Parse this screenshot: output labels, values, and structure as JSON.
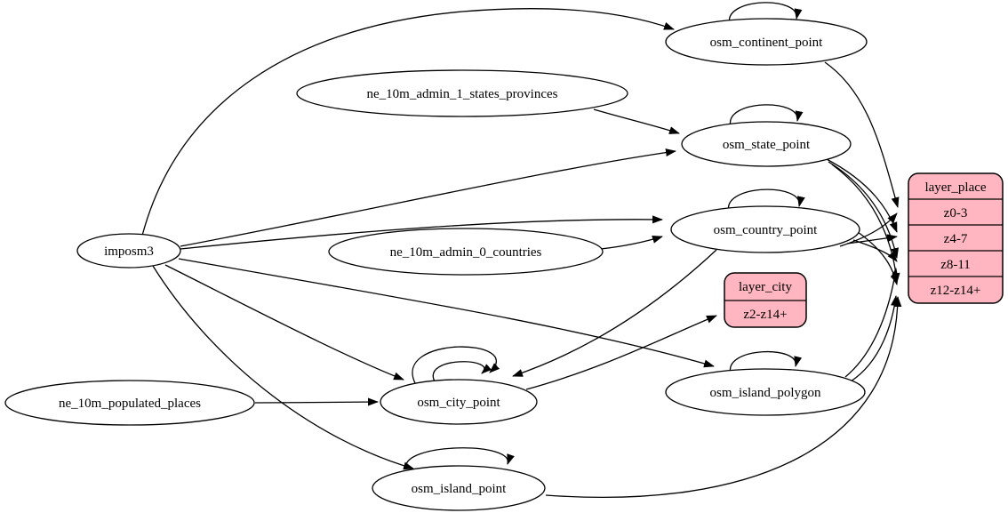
{
  "diagram": {
    "type": "graphviz-digraph",
    "background": "#ffffff",
    "node_fill": "#ffffff",
    "record_fill": "#ffb6c1",
    "stroke_color": "#000000"
  },
  "nodes": {
    "imposm3": {
      "label": "imposm3"
    },
    "ne_10m_admin_1_states_provinces": {
      "label": "ne_10m_admin_1_states_provinces"
    },
    "ne_10m_admin_0_countries": {
      "label": "ne_10m_admin_0_countries"
    },
    "ne_10m_populated_places": {
      "label": "ne_10m_populated_places"
    },
    "osm_continent_point": {
      "label": "osm_continent_point"
    },
    "osm_state_point": {
      "label": "osm_state_point"
    },
    "osm_country_point": {
      "label": "osm_country_point"
    },
    "osm_city_point": {
      "label": "osm_city_point"
    },
    "osm_island_polygon": {
      "label": "osm_island_polygon"
    },
    "osm_island_point": {
      "label": "osm_island_point"
    }
  },
  "records": {
    "layer_city": {
      "title": "layer_city",
      "rows": [
        "z2-z14+"
      ]
    },
    "layer_place": {
      "title": "layer_place",
      "rows": [
        "z0-3",
        "z4-7",
        "z8-11",
        "z12-z14+"
      ]
    }
  },
  "edges": [
    {
      "from": "imposm3",
      "to": "osm_continent_point"
    },
    {
      "from": "imposm3",
      "to": "osm_state_point"
    },
    {
      "from": "imposm3",
      "to": "osm_country_point"
    },
    {
      "from": "imposm3",
      "to": "osm_city_point"
    },
    {
      "from": "imposm3",
      "to": "osm_island_polygon"
    },
    {
      "from": "imposm3",
      "to": "osm_island_point"
    },
    {
      "from": "ne_10m_admin_1_states_provinces",
      "to": "osm_state_point"
    },
    {
      "from": "ne_10m_admin_0_countries",
      "to": "osm_country_point"
    },
    {
      "from": "ne_10m_populated_places",
      "to": "osm_city_point"
    },
    {
      "from": "osm_country_point",
      "to": "osm_city_point"
    },
    {
      "from": "osm_city_point",
      "to": "layer_city:z2-z14+"
    },
    {
      "from": "osm_continent_point",
      "to": "layer_place:z0-3"
    },
    {
      "from": "osm_country_point",
      "to": "layer_place:z0-3"
    },
    {
      "from": "osm_country_point",
      "to": "layer_place:z4-7"
    },
    {
      "from": "osm_country_point",
      "to": "layer_place:z8-11"
    },
    {
      "from": "osm_country_point",
      "to": "layer_place:z12-z14+"
    },
    {
      "from": "osm_state_point",
      "to": "layer_place:z4-7"
    },
    {
      "from": "osm_state_point",
      "to": "layer_place:z8-11"
    },
    {
      "from": "osm_state_point",
      "to": "layer_place:z12-z14+"
    },
    {
      "from": "osm_island_polygon",
      "to": "layer_place:z8-11"
    },
    {
      "from": "osm_island_polygon",
      "to": "layer_place:z12-z14+"
    },
    {
      "from": "osm_island_point",
      "to": "layer_place:z12-z14+"
    },
    {
      "from": "osm_continent_point",
      "to": "osm_continent_point"
    },
    {
      "from": "osm_state_point",
      "to": "osm_state_point"
    },
    {
      "from": "osm_country_point",
      "to": "osm_country_point"
    },
    {
      "from": "osm_city_point",
      "to": "osm_city_point"
    },
    {
      "from": "osm_city_point",
      "to": "osm_city_point"
    },
    {
      "from": "osm_island_polygon",
      "to": "osm_island_polygon"
    },
    {
      "from": "osm_island_point",
      "to": "osm_island_point"
    }
  ]
}
